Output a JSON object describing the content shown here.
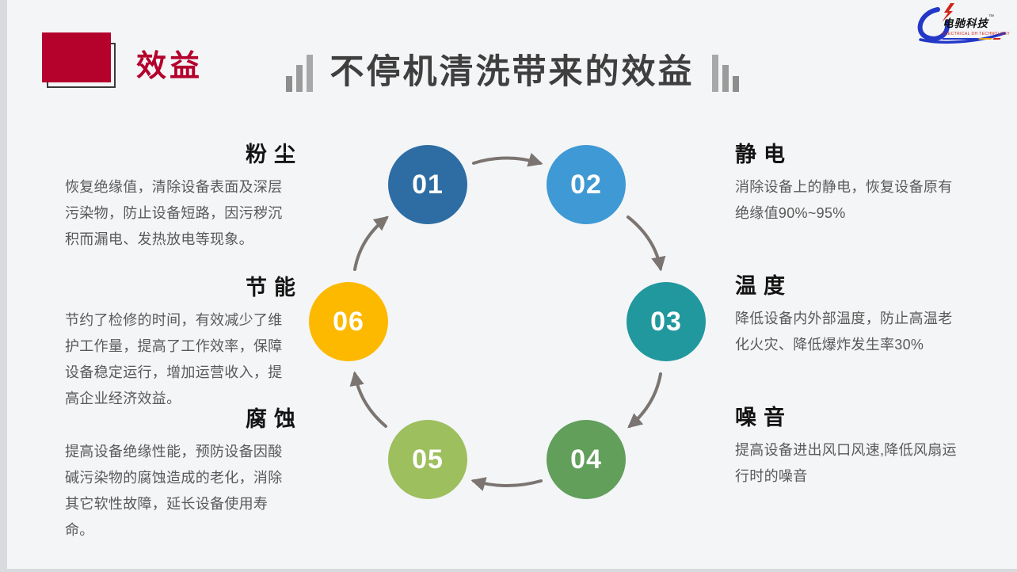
{
  "theme": {
    "accent": "#b4022c",
    "title": "#3f3f3f",
    "heading": "#141414",
    "body_text": "#595959",
    "arrow": "#7b7470",
    "slide_bg": "#f4f5f7",
    "frame": "#d9dade",
    "bars": "#9b9b9b",
    "logo_blue": "#2438c8",
    "logo_red": "#cf2417",
    "logo_yellow": "#e9a60b",
    "number": "#ffffff"
  },
  "header": {
    "badge_label": "效益",
    "title": "不停机清洗带来的效益"
  },
  "logo": {
    "company": "电驰科技",
    "trademark": "™",
    "tagline": "ELECTRICAL DH TECHNOLOGY"
  },
  "sections": {
    "left": [
      {
        "heading": "粉尘",
        "body": "恢复绝缘值，清除设备表面及深层污染物，防止设备短路，因污秽沉积而漏电、发热放电等现象。"
      },
      {
        "heading": "节能",
        "body": "节约了检修的时间，有效减少了维护工作量，提高了工作效率，保障设备稳定运行，增加运营收入，提高企业经济效益。"
      },
      {
        "heading": "腐蚀",
        "body": "提高设备绝缘性能，预防设备因酸碱污染物的腐蚀造成的老化，消除其它软性故障，延长设备使用寿命。"
      }
    ],
    "right": [
      {
        "heading": "静电",
        "body": "消除设备上的静电，恢复设备原有绝缘值90%~95%"
      },
      {
        "heading": "温度",
        "body": "降低设备内外部温度，防止高温老化火灾、降低爆炸发生率30%"
      },
      {
        "heading": "噪音",
        "body": "提高设备进出风口风速,降低风扇运行时的噪音"
      }
    ]
  },
  "cycle": {
    "steps": [
      {
        "number": "01",
        "color": "#2d6da3"
      },
      {
        "number": "02",
        "color": "#3f99d4"
      },
      {
        "number": "03",
        "color": "#21989e"
      },
      {
        "number": "04",
        "color": "#619f5b"
      },
      {
        "number": "05",
        "color": "#9dbf5e"
      },
      {
        "number": "06",
        "color": "#fcb900"
      }
    ]
  }
}
